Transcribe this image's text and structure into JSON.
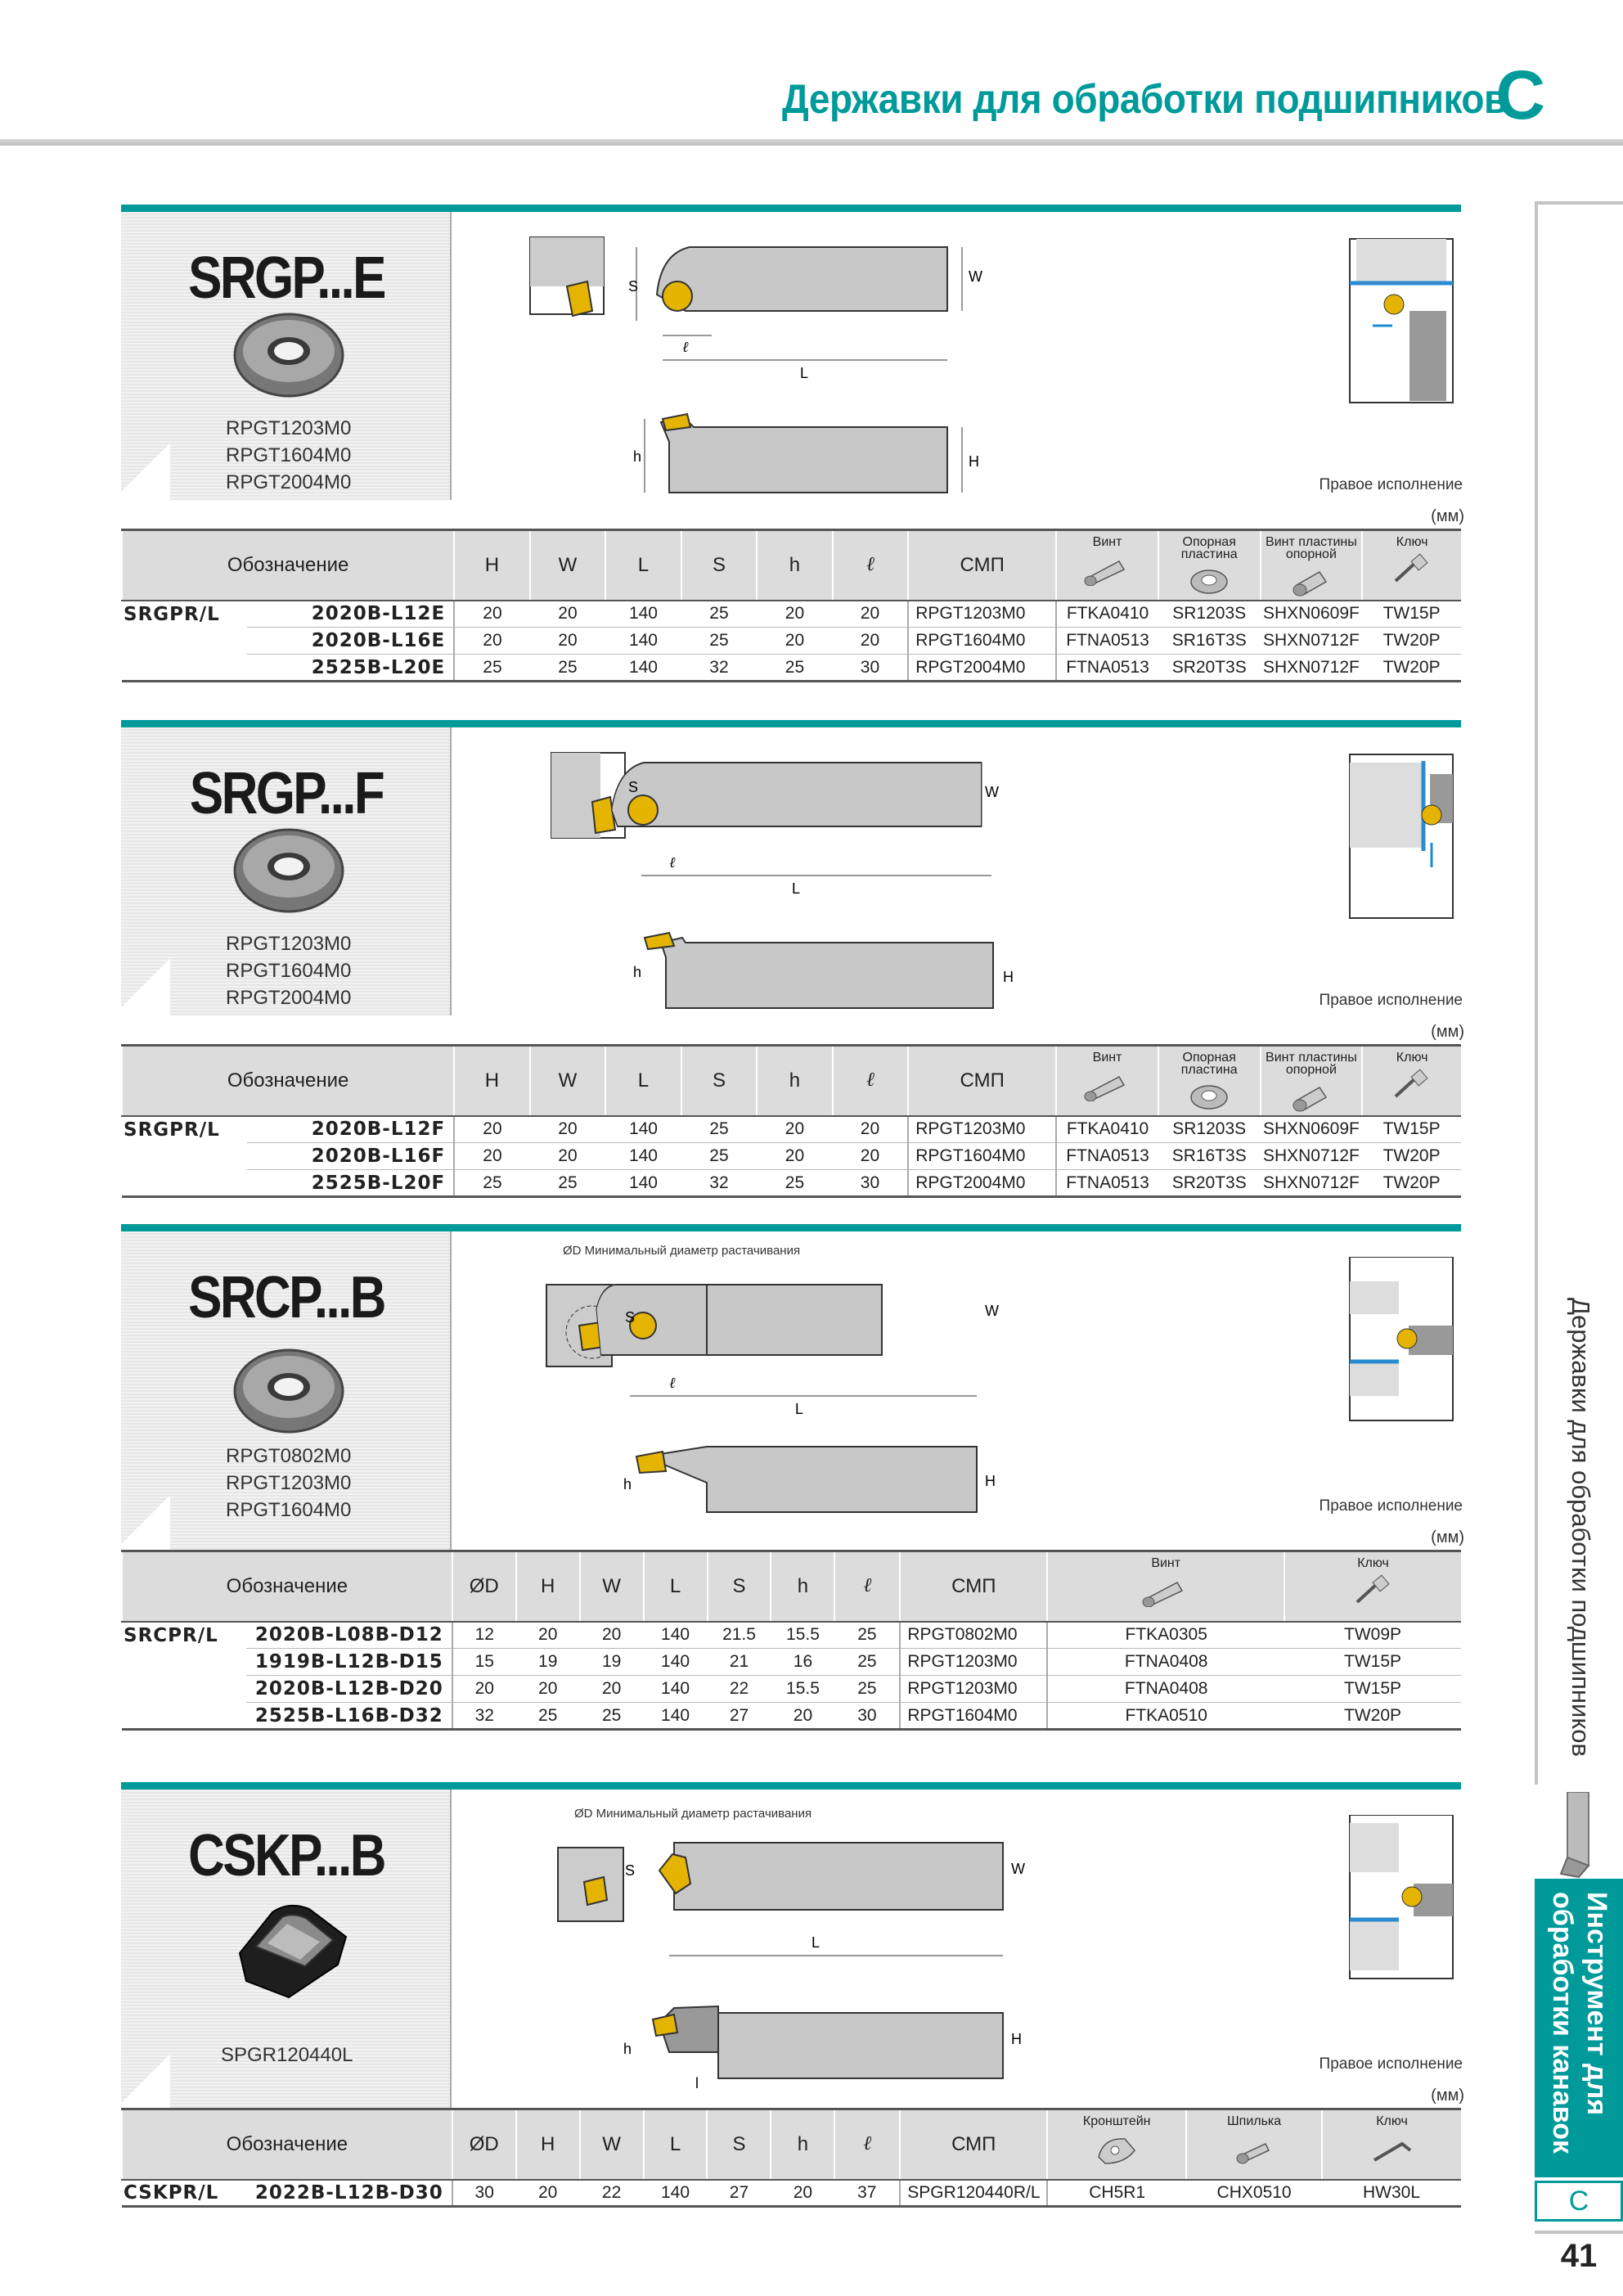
{
  "header": {
    "title": "Державки для обработки подшипников",
    "letter": "C"
  },
  "sidebar": {
    "vertical_text": "Державки для обработки подшипников",
    "tab_text_line1": "Инструмент для",
    "tab_text_line2": "обработки канавок",
    "tab_letter": "C"
  },
  "page_number": "41",
  "common": {
    "right_hand": "Правое исполнение",
    "mm": "(мм)",
    "min_bore": "ØD Минимальный диаметр растачивания"
  },
  "sections": [
    {
      "series": "SRGP...E",
      "inserts": [
        "RPGT1203M0",
        "RPGT1604M0",
        "RPGT2004M0"
      ],
      "headers": {
        "designation": "Обозначение",
        "cols": [
          "H",
          "W",
          "L",
          "S",
          "h",
          "ℓ"
        ],
        "smp": "СМП",
        "acc": [
          "Винт",
          "Опорная пластина",
          "Винт пластины опорной",
          "Ключ"
        ]
      },
      "prefix": "SRGPR/L",
      "rows": [
        {
          "code": "2020B-L12E",
          "vals": [
            "20",
            "20",
            "140",
            "25",
            "20",
            "20"
          ],
          "smp": "RPGT1203M0",
          "acc": [
            "FTKA0410",
            "SR1203S",
            "SHXN0609F",
            "TW15P"
          ]
        },
        {
          "code": "2020B-L16E",
          "vals": [
            "20",
            "20",
            "140",
            "25",
            "20",
            "20"
          ],
          "smp": "RPGT1604M0",
          "acc": [
            "FTNA0513",
            "SR16T3S",
            "SHXN0712F",
            "TW20P"
          ]
        },
        {
          "code": "2525B-L20E",
          "vals": [
            "25",
            "25",
            "140",
            "32",
            "25",
            "30"
          ],
          "smp": "RPGT2004M0",
          "acc": [
            "FTNA0513",
            "SR20T3S",
            "SHXN0712F",
            "TW20P"
          ]
        }
      ]
    },
    {
      "series": "SRGP...F",
      "inserts": [
        "RPGT1203M0",
        "RPGT1604M0",
        "RPGT2004M0"
      ],
      "headers": {
        "designation": "Обозначение",
        "cols": [
          "H",
          "W",
          "L",
          "S",
          "h",
          "ℓ"
        ],
        "smp": "СМП",
        "acc": [
          "Винт",
          "Опорная пластина",
          "Винт пластины опорной",
          "Ключ"
        ]
      },
      "prefix": "SRGPR/L",
      "rows": [
        {
          "code": "2020B-L12F",
          "vals": [
            "20",
            "20",
            "140",
            "25",
            "20",
            "20"
          ],
          "smp": "RPGT1203M0",
          "acc": [
            "FTKA0410",
            "SR1203S",
            "SHXN0609F",
            "TW15P"
          ]
        },
        {
          "code": "2020B-L16F",
          "vals": [
            "20",
            "20",
            "140",
            "25",
            "20",
            "20"
          ],
          "smp": "RPGT1604M0",
          "acc": [
            "FTNA0513",
            "SR16T3S",
            "SHXN0712F",
            "TW20P"
          ]
        },
        {
          "code": "2525B-L20F",
          "vals": [
            "25",
            "25",
            "140",
            "32",
            "25",
            "30"
          ],
          "smp": "RPGT2004M0",
          "acc": [
            "FTNA0513",
            "SR20T3S",
            "SHXN0712F",
            "TW20P"
          ]
        }
      ]
    },
    {
      "series": "SRCP...B",
      "inserts": [
        "RPGT0802M0",
        "RPGT1203M0",
        "RPGT1604M0"
      ],
      "headers": {
        "designation": "Обозначение",
        "cols": [
          "ØD",
          "H",
          "W",
          "L",
          "S",
          "h",
          "ℓ"
        ],
        "smp": "СМП",
        "acc": [
          "Винт",
          "Ключ"
        ]
      },
      "prefix": "SRCPR/L",
      "rows": [
        {
          "code": "2020B-L08B-D12",
          "vals": [
            "12",
            "20",
            "20",
            "140",
            "21.5",
            "15.5",
            "25"
          ],
          "smp": "RPGT0802M0",
          "acc": [
            "FTKA0305",
            "TW09P"
          ]
        },
        {
          "code": "1919B-L12B-D15",
          "vals": [
            "15",
            "19",
            "19",
            "140",
            "21",
            "16",
            "25"
          ],
          "smp": "RPGT1203M0",
          "acc": [
            "FTNA0408",
            "TW15P"
          ]
        },
        {
          "code": "2020B-L12B-D20",
          "vals": [
            "20",
            "20",
            "20",
            "140",
            "22",
            "15.5",
            "25"
          ],
          "smp": "RPGT1203M0",
          "acc": [
            "FTNA0408",
            "TW15P"
          ]
        },
        {
          "code": "2525B-L16B-D32",
          "vals": [
            "32",
            "25",
            "25",
            "140",
            "27",
            "20",
            "30"
          ],
          "smp": "RPGT1604M0",
          "acc": [
            "FTKA0510",
            "TW20P"
          ]
        }
      ]
    },
    {
      "series": "CSKP...B",
      "inserts": [
        "SPGR120440L"
      ],
      "headers": {
        "designation": "Обозначение",
        "cols": [
          "ØD",
          "H",
          "W",
          "L",
          "S",
          "h",
          "ℓ"
        ],
        "smp": "СМП",
        "acc": [
          "Кронштейн",
          "Шпилька",
          "Ключ"
        ]
      },
      "prefix": "CSKPR/L",
      "rows": [
        {
          "code": "2022B-L12B-D30",
          "vals": [
            "30",
            "20",
            "22",
            "140",
            "27",
            "20",
            "37"
          ],
          "smp": "SPGR120440R/L",
          "acc": [
            "CH5R1",
            "CHX0510",
            "HW30L"
          ]
        }
      ]
    }
  ]
}
